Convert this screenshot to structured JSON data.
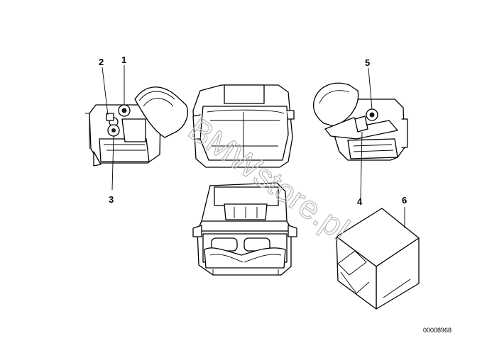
{
  "labels": {
    "l1": "1",
    "l2": "2",
    "l3": "3",
    "l4": "4",
    "l5": "5",
    "l6": "6"
  },
  "watermark": "BMWstore.pl",
  "diagram_ref": "00008968"
}
